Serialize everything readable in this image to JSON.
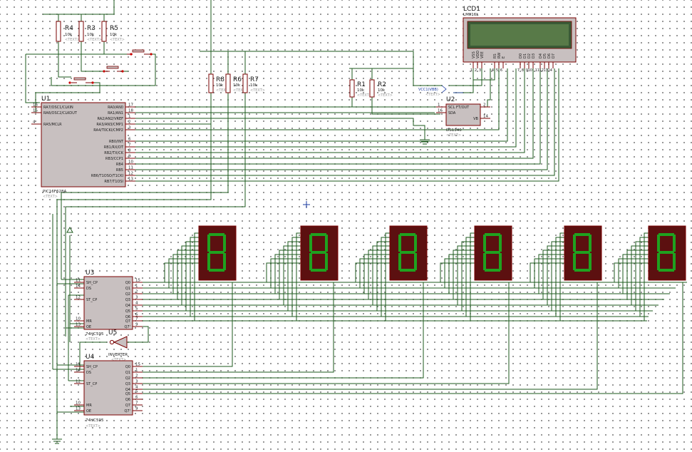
{
  "resistors": [
    {
      "ref": "R4",
      "value": "10k"
    },
    {
      "ref": "R3",
      "value": "10k"
    },
    {
      "ref": "R5",
      "value": "10k"
    },
    {
      "ref": "R8",
      "value": "10k"
    },
    {
      "ref": "R6",
      "value": "10k"
    },
    {
      "ref": "R7",
      "value": "10k"
    },
    {
      "ref": "R1",
      "value": "10k"
    },
    {
      "ref": "R2",
      "value": "10k"
    }
  ],
  "text_placeholder": "<TEXT>",
  "u1": {
    "ref": "U1",
    "part": "PIC16F628A",
    "left_pins": [
      {
        "num": "16",
        "name": "RA7/OSC1/CLKIN"
      },
      {
        "num": "15",
        "name": "RA6/OSC2/CLKOUT"
      },
      {
        "num": "4",
        "name": "RA5/MCLR"
      }
    ],
    "right_pins": [
      {
        "num": "17",
        "name": "RA0/AN0"
      },
      {
        "num": "18",
        "name": "RA1/AN1"
      },
      {
        "num": "1",
        "name": "RA2/AN2/VREF"
      },
      {
        "num": "2",
        "name": "RA3/AN3/CMP1"
      },
      {
        "num": "3",
        "name": "RA4/T0CKI/CMP2"
      },
      {
        "num": "6",
        "name": "RB0/INT"
      },
      {
        "num": "7",
        "name": "RB1/RX/DT"
      },
      {
        "num": "8",
        "name": "RB2/TX/CK"
      },
      {
        "num": "9",
        "name": "RB3/CCP1"
      },
      {
        "num": "10",
        "name": "RB4"
      },
      {
        "num": "11",
        "name": "RB5"
      },
      {
        "num": "12",
        "name": "RB6/T1OSO/T1CKI"
      },
      {
        "num": "13",
        "name": "RB7/T1OSI"
      }
    ]
  },
  "u2": {
    "ref": "U2",
    "part": "DS1340",
    "left_pins": [
      {
        "num": "1",
        "name": "SCL FT/OUT"
      },
      {
        "num": "16",
        "name": "SDA"
      }
    ],
    "right_pins": [
      {
        "num": "2",
        "name": ""
      },
      {
        "num": "14",
        "name": "VB"
      }
    ],
    "vcc_label": "VCC1(VBB)"
  },
  "lcd": {
    "ref": "LCD1",
    "part": "LM016L",
    "pin_names": [
      "VSS",
      "VDD",
      "VEE",
      "RS",
      "RW",
      "E",
      "D0",
      "D1",
      "D2",
      "D3",
      "D4",
      "D5",
      "D6",
      "D7"
    ],
    "pin_nums": [
      "1",
      "2",
      "3",
      "4",
      "5",
      "6",
      "7",
      "8",
      "9",
      "10",
      "11",
      "12",
      "13",
      "14"
    ]
  },
  "u3": {
    "ref": "U3",
    "part": "74HC595",
    "left_pins": [
      {
        "num": "11",
        "name": "SH_CP"
      },
      {
        "num": "14",
        "name": "DS"
      },
      {
        "num": "12",
        "name": "ST_CP"
      },
      {
        "num": "10",
        "name": "MR"
      },
      {
        "num": "13",
        "name": "OE"
      }
    ],
    "right_pins": [
      {
        "num": "15",
        "name": "Q0"
      },
      {
        "num": "1",
        "name": "Q1"
      },
      {
        "num": "2",
        "name": "Q2"
      },
      {
        "num": "3",
        "name": "Q3"
      },
      {
        "num": "4",
        "name": "Q4"
      },
      {
        "num": "5",
        "name": "Q5"
      },
      {
        "num": "6",
        "name": "Q6"
      },
      {
        "num": "7",
        "name": "Q7"
      },
      {
        "num": "9",
        "name": "Q7'"
      }
    ]
  },
  "u4": {
    "ref": "U4",
    "part": "74HC595",
    "left_pins": [
      {
        "num": "11",
        "name": "SH_CP"
      },
      {
        "num": "14",
        "name": "DS"
      },
      {
        "num": "12",
        "name": "ST_CP"
      },
      {
        "num": "10",
        "name": "MR"
      },
      {
        "num": "13",
        "name": "OE"
      }
    ],
    "right_pins": [
      {
        "num": "15",
        "name": "Q0"
      },
      {
        "num": "1",
        "name": "Q1"
      },
      {
        "num": "2",
        "name": "Q2"
      },
      {
        "num": "3",
        "name": "Q3"
      },
      {
        "num": "4",
        "name": "Q4"
      },
      {
        "num": "5",
        "name": "Q5"
      },
      {
        "num": "6",
        "name": "Q6"
      },
      {
        "num": "7",
        "name": "Q7"
      },
      {
        "num": "9",
        "name": "Q7'"
      }
    ]
  },
  "u5": {
    "ref": "U5",
    "part": "INVERTER"
  },
  "displays": [
    {
      "digit": "8"
    },
    {
      "digit": "8"
    },
    {
      "digit": "8"
    },
    {
      "digit": "8"
    },
    {
      "digit": "8"
    },
    {
      "digit": "8"
    }
  ]
}
